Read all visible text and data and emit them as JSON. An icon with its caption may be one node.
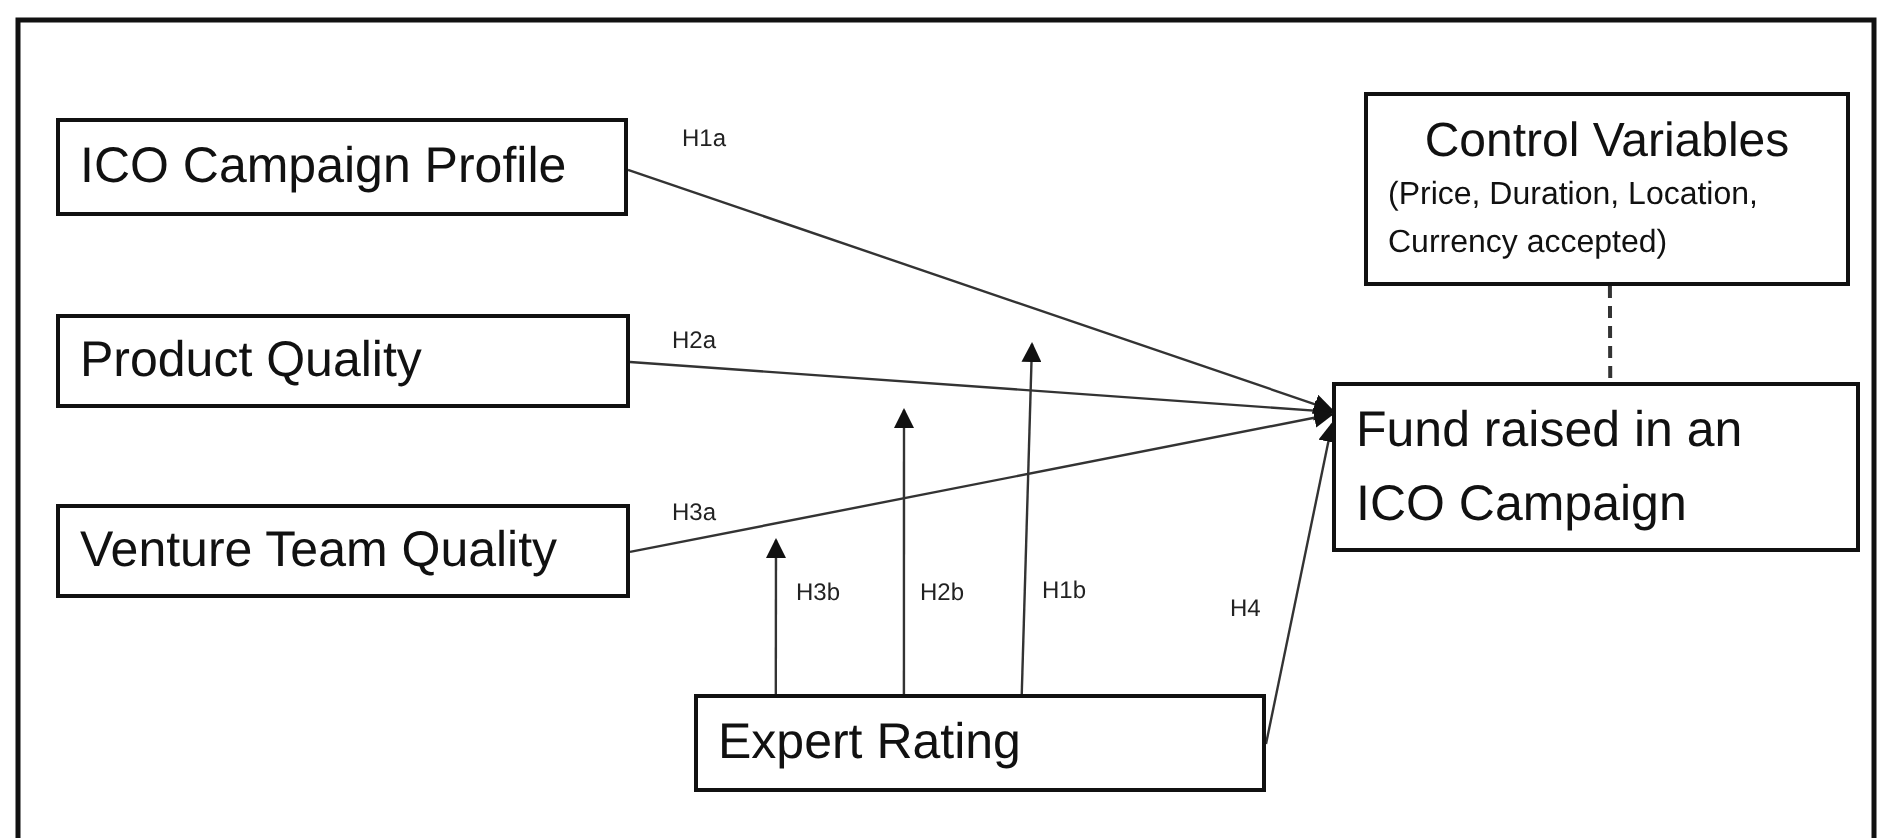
{
  "diagram": {
    "nodes": [
      {
        "text": [
          "ICO Campaign Profile"
        ]
      },
      {
        "text": [
          "Control Variables",
          "(Price, Duration, Location, Currency accepted)"
        ]
      },
      {
        "text": [
          "Product Quality"
        ]
      },
      {
        "text": [
          "Fund raised in an ICO Campaign"
        ]
      },
      {
        "text": [
          "Venture Team Quality"
        ]
      },
      {
        "text": [
          "Expert Rating"
        ]
      }
    ],
    "edges": [
      {
        "from": 0,
        "to": 3,
        "arrow": "to",
        "label": "H1a"
      },
      {
        "from": 2,
        "to": 3,
        "arrow": "to",
        "label": "H2a"
      },
      {
        "from": 4,
        "to": 3,
        "arrow": "to",
        "label": "H3a"
      },
      {
        "from": 5,
        "to": null,
        "arrow": "to",
        "label": "H1b"
      },
      {
        "from": 5,
        "to": null,
        "arrow": "to",
        "label": "H2b"
      },
      {
        "from": 5,
        "to": null,
        "arrow": "to",
        "label": "H3b"
      },
      {
        "from": 5,
        "to": 3,
        "arrow": "to",
        "label": "H4"
      },
      {
        "from": 1,
        "to": 3,
        "arrow": "none",
        "style": "dashed"
      }
    ]
  }
}
